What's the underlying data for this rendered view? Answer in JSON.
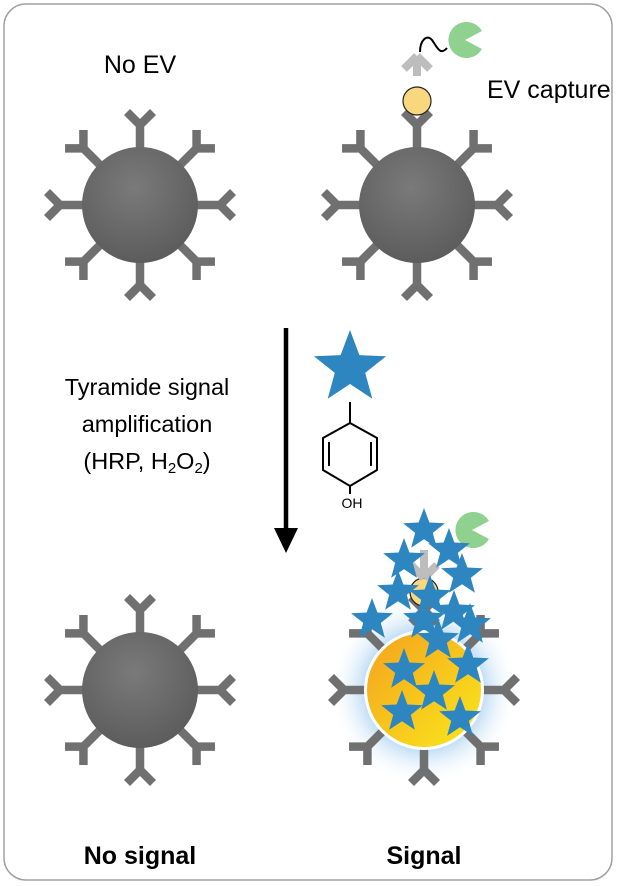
{
  "labels": {
    "no_ev": "No EV",
    "ev_capture": "EV capture",
    "step_line1": "Tyramide signal",
    "step_line2": "amplification",
    "step_line3_prefix": "(HRP, H",
    "step_line3_sub1": "2",
    "step_line3_mid": "O",
    "step_line3_sub2": "2",
    "step_line3_suffix": ")",
    "oh": "OH",
    "no_signal": "No signal",
    "signal": "Signal"
  },
  "colors": {
    "bead": "#6e6e6e",
    "antibody": "#707070",
    "capture_antibody": "#bdbdbd",
    "ev": "#f9d77e",
    "target": "#8fd18f",
    "star": "#2e86c1",
    "signal_bead_start": "#f5a623",
    "signal_bead_end": "#f8e71c",
    "glow": "#9ccaf0"
  }
}
